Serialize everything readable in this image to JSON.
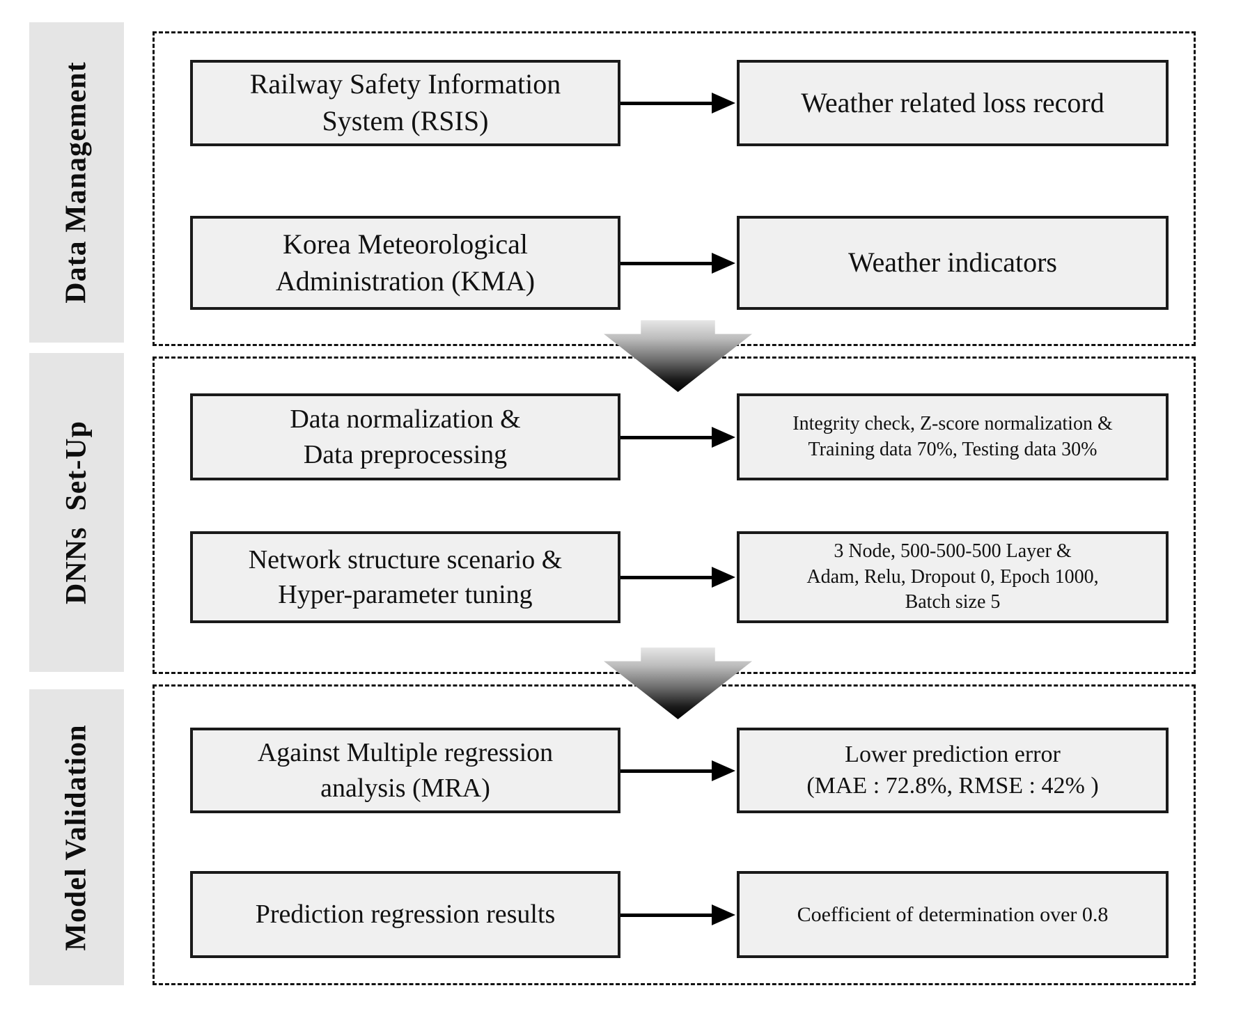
{
  "figure": {
    "title": "DNN prediction methodology flowchart",
    "colors": {
      "box_fill": "#f0f0f0",
      "box_border": "#1a1a1a",
      "sidebar_fill": "#e5e5e5",
      "dashed_border": "#111111",
      "arrow_color": "#000000"
    },
    "sections": [
      {
        "label": "Data Management",
        "rows": [
          {
            "left": "Railway Safety Information\nSystem (RSIS)",
            "right": "Weather related loss record"
          },
          {
            "left": "Korea Meteorological\nAdministration (KMA)",
            "right": "Weather indicators"
          }
        ]
      },
      {
        "label": "DNNs  Set-Up",
        "rows": [
          {
            "left": "Data normalization &\nData preprocessing",
            "right": "Integrity check, Z-score normalization &\nTraining data 70%, Testing data 30%"
          },
          {
            "left": "Network structure scenario &\nHyper-parameter tuning",
            "right": "3 Node, 500-500-500 Layer &\nAdam, Relu, Dropout 0, Epoch 1000,\nBatch size 5"
          }
        ]
      },
      {
        "label": "Model Validation",
        "rows": [
          {
            "left": "Against Multiple regression\nanalysis (MRA)",
            "right": "Lower prediction error\n(MAE : 72.8%, RMSE : 42% )"
          },
          {
            "left": "Prediction regression results",
            "right": "Coefficient of determination over 0.8"
          }
        ]
      }
    ]
  }
}
